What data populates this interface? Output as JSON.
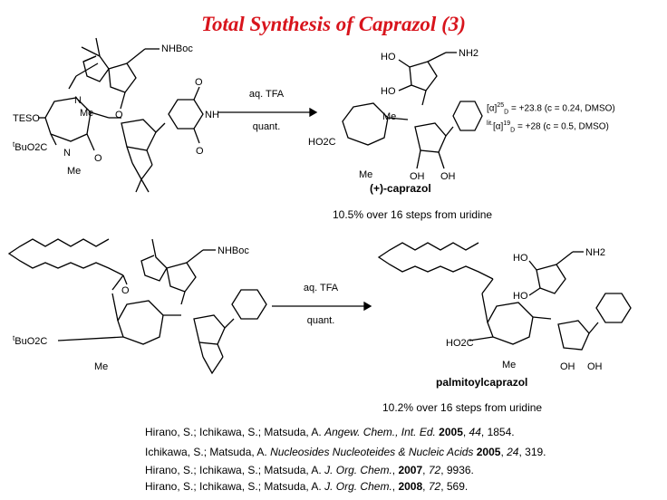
{
  "title": "Total Synthesis of Caprazol (3)",
  "reaction1": {
    "reagent": "aq. TFA",
    "condition": "quant.",
    "product_name": "(+)-caprazol",
    "yield_text": "10.5% over 16 steps from uridine",
    "rotation_measured": "+23.8 (c = 0.24, DMSO)",
    "rotation_literature": "+28 (c = 0.5, DMSO)",
    "sm_labels": {
      "nhboc": "NHBoc",
      "teso": "TESO",
      "tbuo2c": "BuO2C",
      "t": "t",
      "me1": "Me",
      "me2": "Me",
      "o": "O",
      "n": "N",
      "nh": "NH"
    },
    "pr_labels": {
      "ho": "HO",
      "nh2": "NH2",
      "oh": "OH",
      "ho2c": "HO2C",
      "me": "Me"
    }
  },
  "reaction2": {
    "reagent": "aq. TFA",
    "condition": "quant.",
    "product_name": "palmitoylcaprazol",
    "yield_text": "10.2% over 16 steps from uridine",
    "sm_labels": {
      "nhboc": "NHBoc",
      "tbuo2c": "BuO2C",
      "me": "Me"
    },
    "pr_labels": {
      "ho": "HO",
      "nh2": "NH2",
      "ho2c": "HO2C",
      "oh": "OH",
      "me": "Me"
    }
  },
  "references": [
    {
      "authors": "Hirano, S.; Ichikawa, S.; Matsuda, A. ",
      "journal": "Angew. Chem., Int. Ed.",
      "year": "2005",
      "volume": "44",
      "pages": "1854."
    },
    {
      "authors": "Ichikawa, S.; Matsuda, A. ",
      "journal": "Nucleosides Nucleoteides & Nucleic Acids",
      "year": "2005",
      "volume": "24",
      "pages": "319."
    },
    {
      "authors": "Hirano, S.; Ichikawa, S.; Matsuda, A. ",
      "journal": "J. Org. Chem.",
      "year": "2007",
      "volume": "72",
      "pages": "9936."
    },
    {
      "authors": "Hirano, S.; Ichikawa, S.; Matsuda, A. ",
      "journal": "J. Org. Chem.",
      "year": "2008",
      "volume": "72",
      "pages": "569."
    }
  ]
}
